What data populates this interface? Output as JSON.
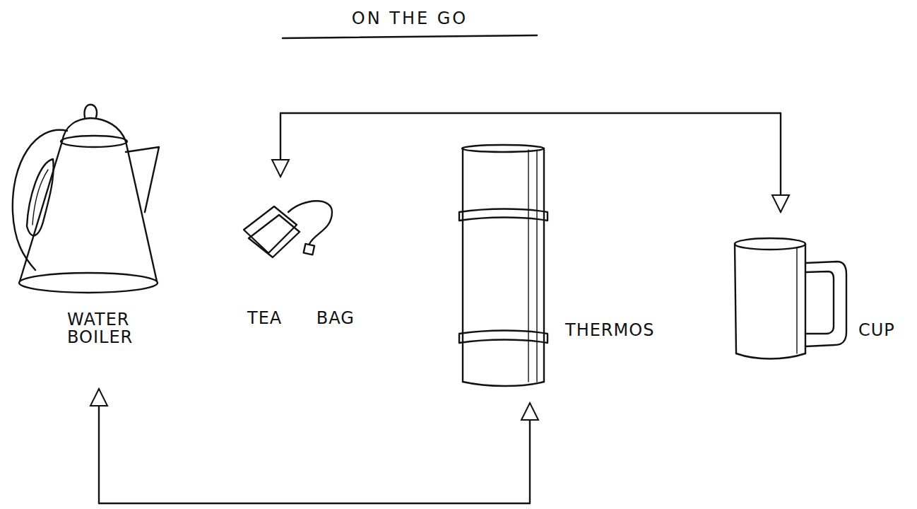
{
  "diagram": {
    "title": "ON THE GO",
    "nodes": [
      {
        "text": [
          "WATER BOILER"
        ]
      },
      {
        "text": [
          "TEA BAG"
        ]
      },
      {
        "text": [
          "THERMOS"
        ]
      },
      {
        "text": [
          "CUP"
        ]
      }
    ],
    "edges": [
      {
        "from": 1,
        "to": 3,
        "arrow": "both"
      },
      {
        "from": 0,
        "to": 2,
        "arrow": "both"
      }
    ]
  }
}
